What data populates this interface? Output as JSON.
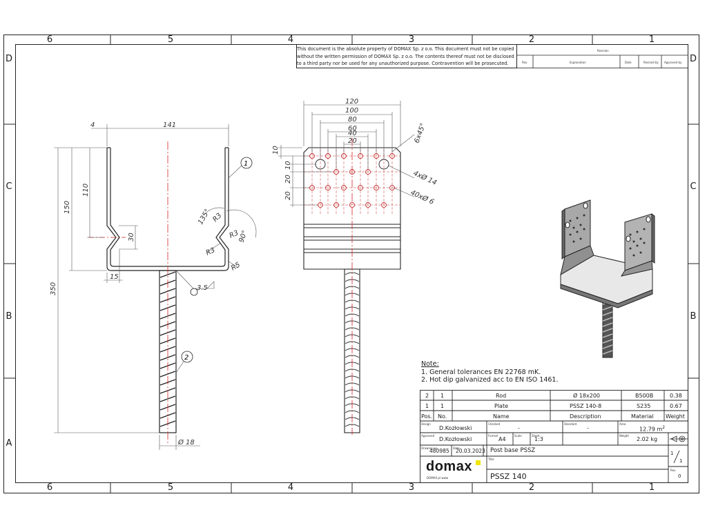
{
  "zones": {
    "columns": [
      "6",
      "5",
      "4",
      "3",
      "2",
      "1"
    ],
    "rows": [
      "D",
      "C",
      "B",
      "A"
    ]
  },
  "legal_text": "This document is the absolute property of DOMAX Sp. z o.o. This document must not be copied without the written permission of DOMAX Sp. z o.o. The contents thereof must not be disclosed to a third party nor be used for any unauthorized purpose. Contravention will be prosecuted.",
  "revision_table": {
    "title": "Revision",
    "headers": [
      "Rev.",
      "Explanation",
      "Date",
      "Revised by",
      "Approved by"
    ]
  },
  "front_view": {
    "dims": {
      "top_left": "4",
      "width": "141",
      "h150": "150",
      "h110": "110",
      "h30": "30",
      "h15": "15",
      "h350": "350",
      "rod_diam": "Ø 18",
      "angle135": "135°",
      "r3_top": "R3",
      "r3_mid": "R3",
      "r3_low": "R3",
      "angle90": "90°",
      "r5": "R5",
      "weld": "3.5"
    },
    "balloons": [
      "1",
      "2"
    ]
  },
  "side_view": {
    "dims": {
      "w120": "120",
      "w100": "100",
      "w80": "80",
      "w60": "60",
      "w40": "40",
      "w20": "20",
      "chamfer": "6x45°",
      "v10": "10",
      "v10b": "10",
      "v20": "20",
      "v20b": "20",
      "holes_big": "4xØ 14",
      "holes_small": "40xØ 6"
    }
  },
  "notes": {
    "title": "Note:",
    "items": [
      "1.    General tolerances EN 22768 mK.",
      "2.    Hot dip galvanized acc to EN ISO 1461."
    ]
  },
  "bom": {
    "rows": [
      [
        "2",
        "1",
        "Rod",
        "Ø 18x200",
        "B500B",
        "0.38"
      ],
      [
        "1",
        "1",
        "Plate",
        "PSSZ 140-8",
        "S235",
        "0.67"
      ]
    ],
    "headers": [
      "Pos.",
      "No.",
      "Name",
      "Description",
      "Material",
      "Weight"
    ]
  },
  "title_block": {
    "designer": "D.Kozłowski",
    "checker": "D.Kozłowski",
    "field_a": "-",
    "field_b": "-",
    "area": "12.79 m",
    "area_sup": "2",
    "format": "A4",
    "scale": "1:3",
    "weight": "2.02 kg",
    "drawing_no": "480985",
    "date": "20.03.2023",
    "product_desc": "Post base PSSZ",
    "product": "PSSZ 140",
    "sheet_num": "1",
    "sheet_total": "1",
    "rev_label": "Rev.",
    "rev": "0",
    "small_labels": [
      "Design",
      "Checked",
      "Standard",
      "Approved",
      "Area",
      "Format",
      "Scale",
      "Sheet",
      "Weight",
      "Drawing no.",
      "Date",
      "Title"
    ]
  },
  "logo": {
    "text": "domax",
    "site": "DOMAX.pl www"
  },
  "colors": {
    "line": "#222222",
    "centerline": "#d42020",
    "hole": "#c83030",
    "logo_accent": "#f2e600"
  }
}
